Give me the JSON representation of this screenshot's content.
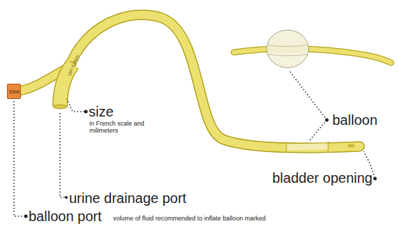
{
  "diagram": {
    "nodes": [
      {
        "text": [
          "10ml"
        ]
      }
    ],
    "labels": [
      "size",
      "in French scale and milimeters",
      "balloon",
      "bladder opening",
      "urine drainage port",
      "balloon port",
      "volume of fluid recommended to inflate balloon marked",
      "18Fr 6.0mm"
    ]
  }
}
